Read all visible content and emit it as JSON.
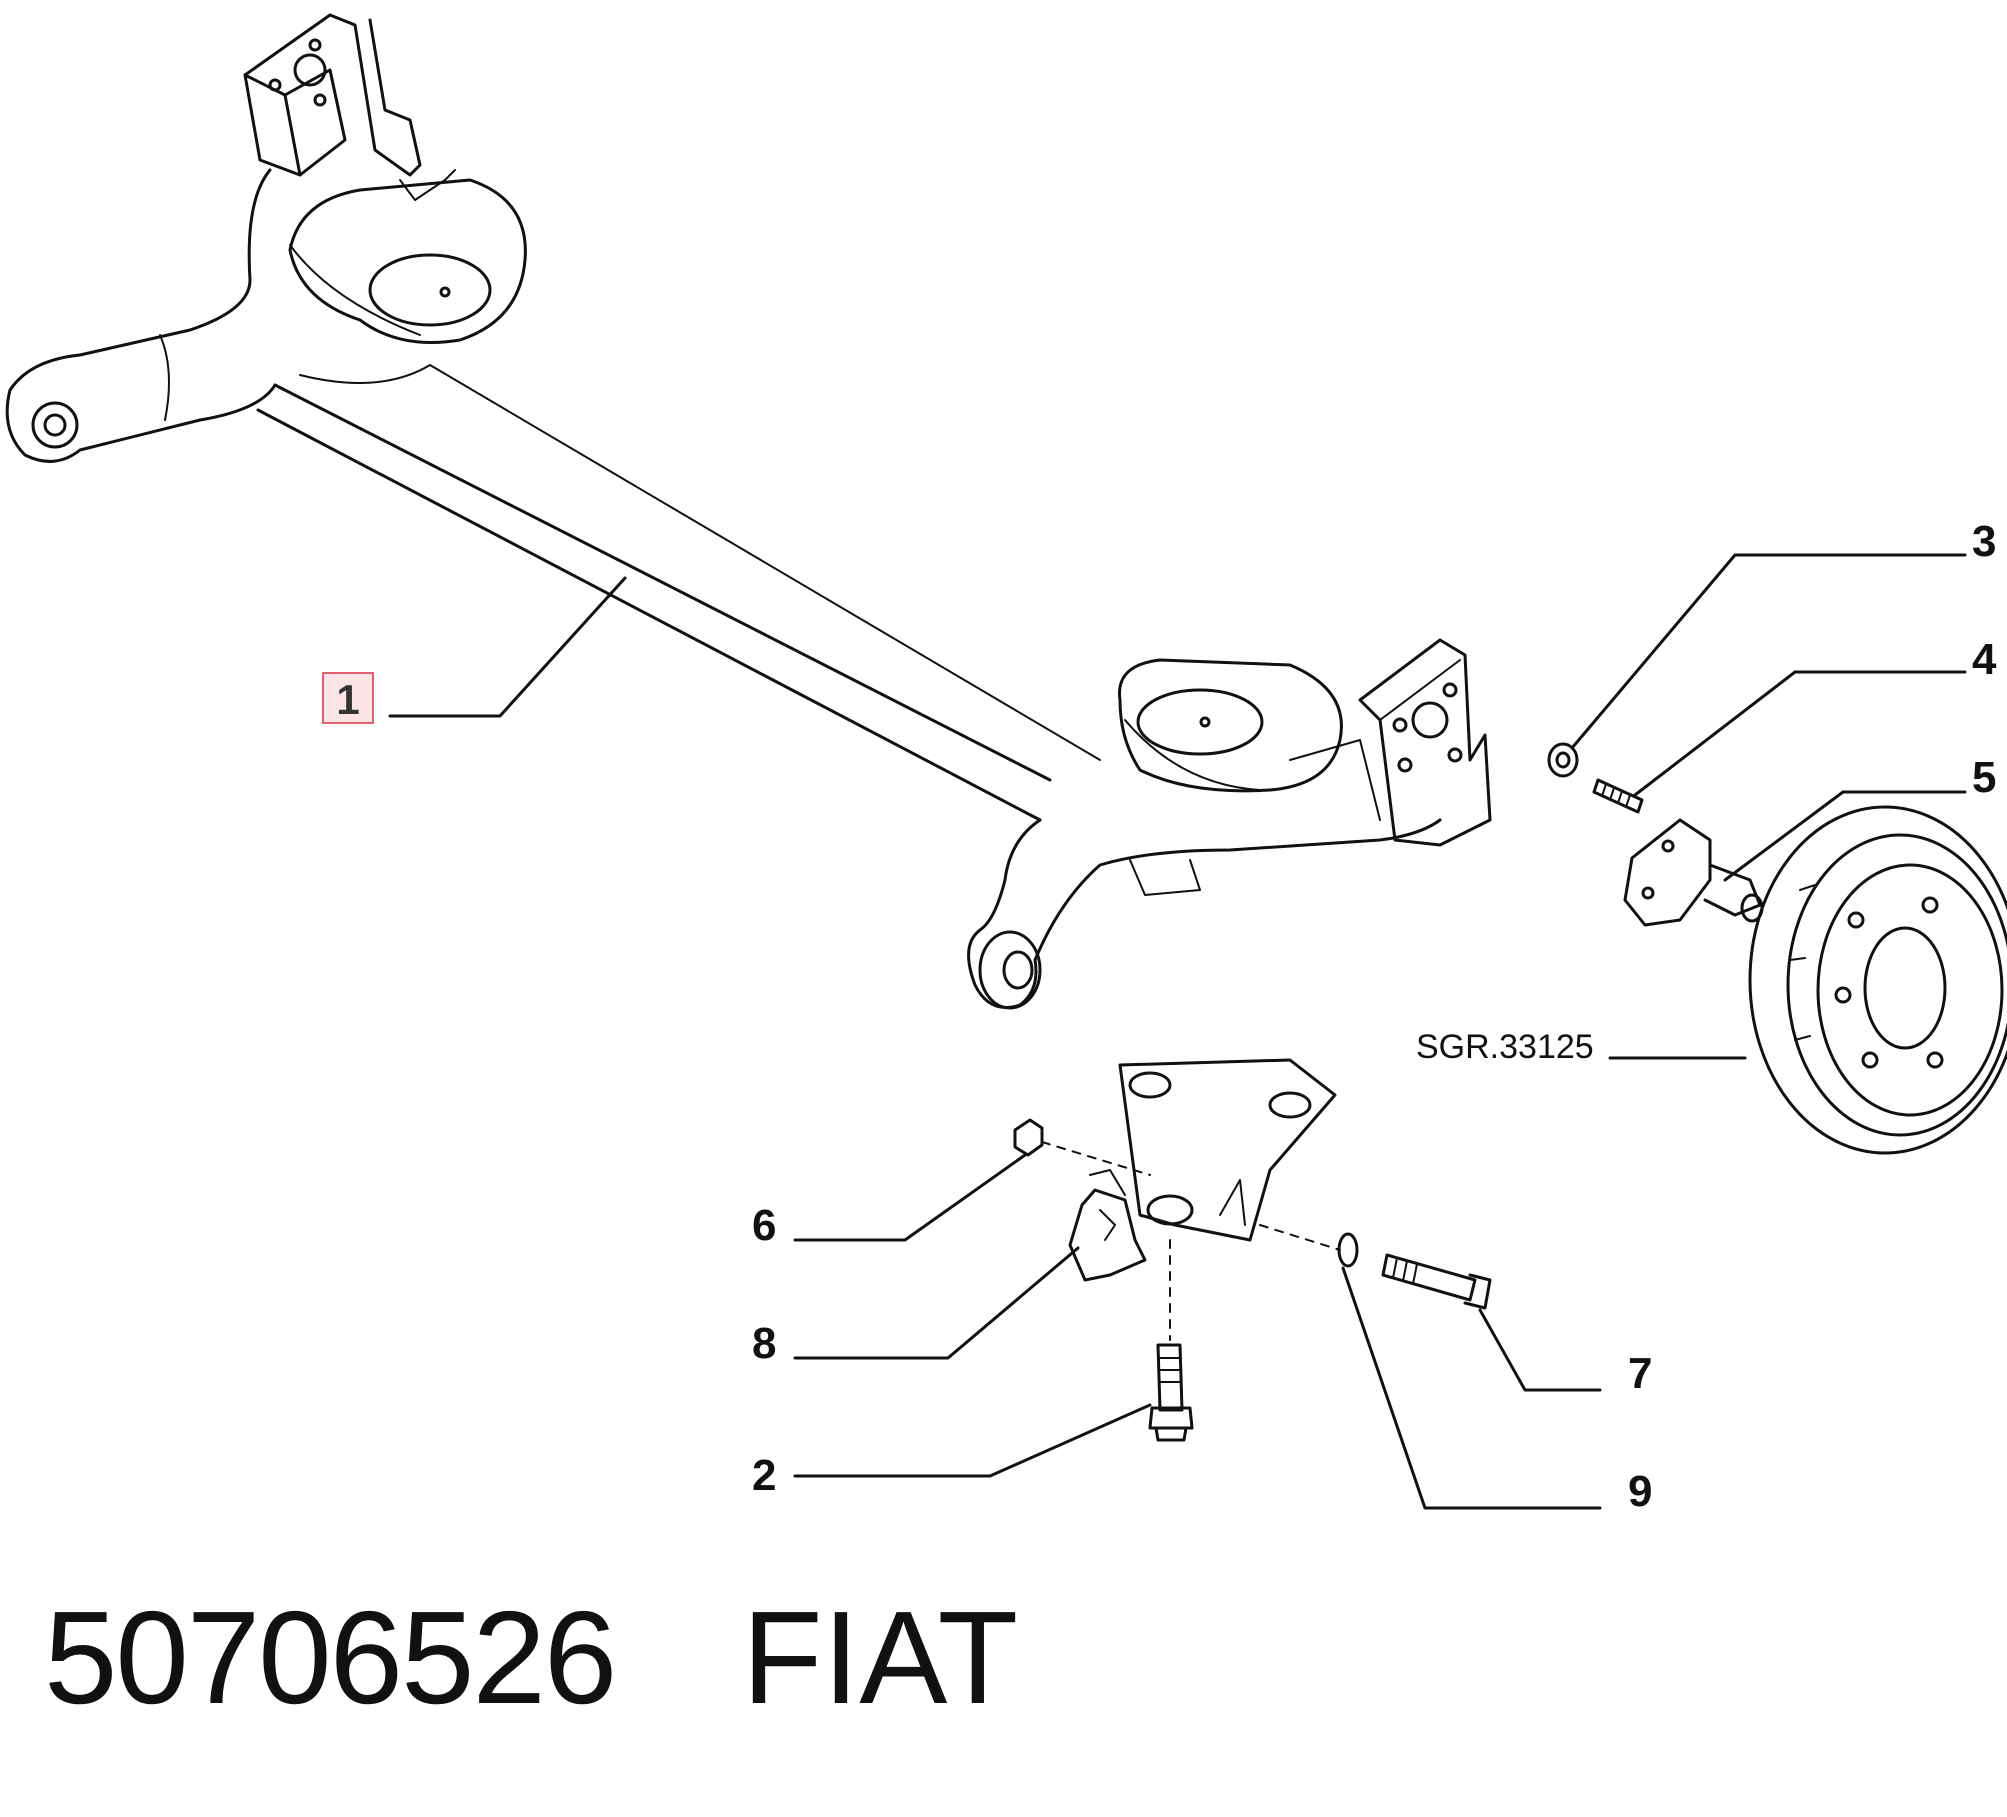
{
  "diagram": {
    "callouts": [
      {
        "id": "1",
        "label": "1",
        "highlighted": true
      },
      {
        "id": "2",
        "label": "2"
      },
      {
        "id": "3",
        "label": "3"
      },
      {
        "id": "4",
        "label": "4"
      },
      {
        "id": "5",
        "label": "5"
      },
      {
        "id": "6",
        "label": "6"
      },
      {
        "id": "7",
        "label": "7"
      },
      {
        "id": "8",
        "label": "8"
      },
      {
        "id": "9",
        "label": "9"
      }
    ],
    "reference_label": "SGR.33125",
    "highlight_color": "#e06070"
  },
  "footer": {
    "part_number": "50706526",
    "brand": "FIAT"
  }
}
